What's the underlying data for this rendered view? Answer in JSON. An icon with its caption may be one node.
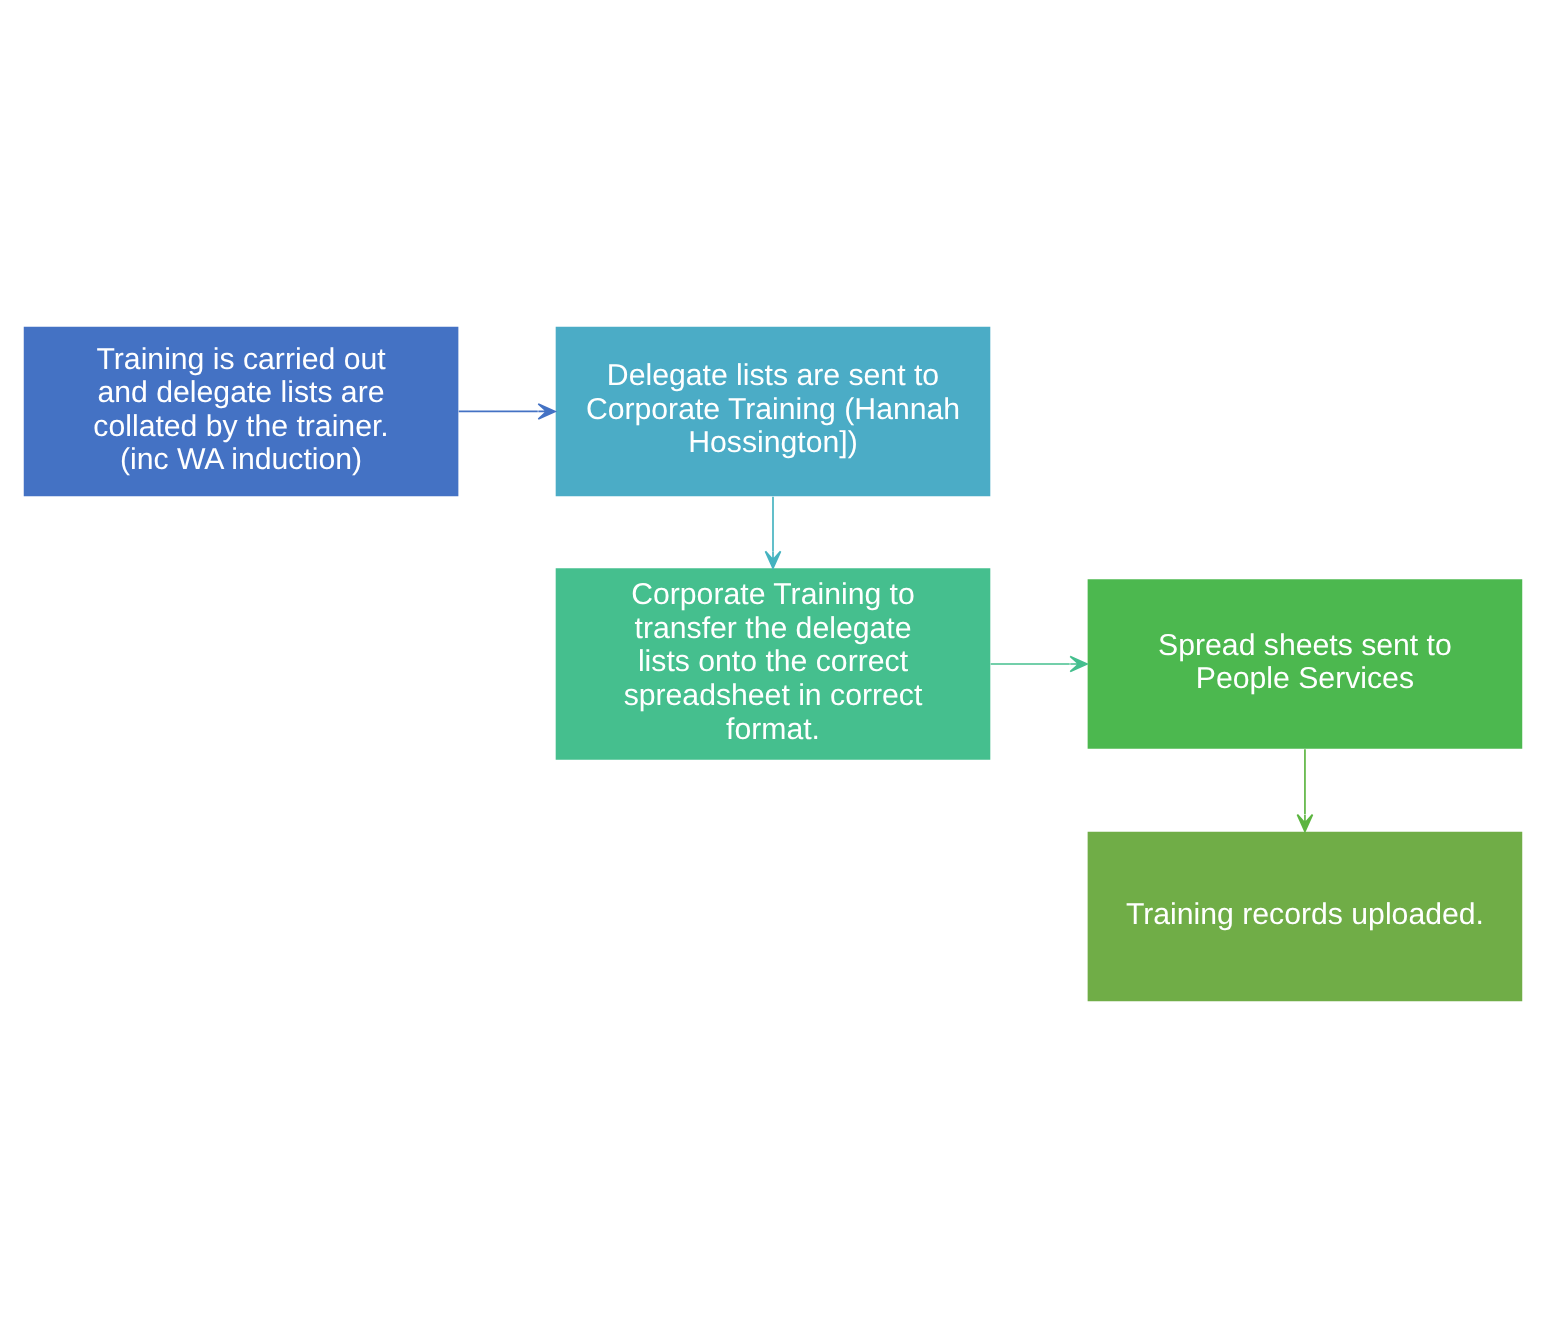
{
  "diagram": {
    "nodes": [
      {
        "text": [
          "Training is carried out and delegate lists are collated by the trainer. (inc WA induction)"
        ]
      },
      {
        "text": [
          "Delegate lists are sent to Corporate Training (Hannah Hossington])"
        ]
      },
      {
        "text": [
          "Corporate Training to transfer the delegate lists onto the correct spreadsheet in correct format."
        ]
      },
      {
        "text": [
          "Spread sheets sent to People Services"
        ]
      },
      {
        "text": [
          "Training records uploaded."
        ]
      }
    ],
    "edges": [
      {
        "from": 0,
        "to": 1,
        "arrow": "to",
        "color": "#4472c4"
      },
      {
        "from": 1,
        "to": 2,
        "arrow": "to",
        "color": "#45b3c0"
      },
      {
        "from": 2,
        "to": 3,
        "arrow": "to",
        "color": "#45bf8e"
      },
      {
        "from": 3,
        "to": 4,
        "arrow": "to",
        "color": "#5cb540"
      }
    ]
  }
}
